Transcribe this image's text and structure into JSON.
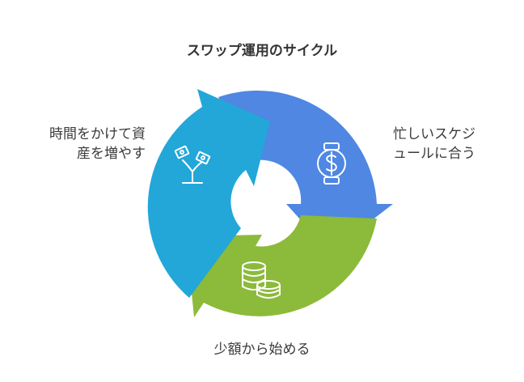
{
  "diagram": {
    "title": "スワップ運用のサイクル",
    "colors": {
      "blue": "#4f87e3",
      "green": "#8cba3a",
      "cyan": "#22a7d8",
      "icon": "#ffffff"
    },
    "segments": [
      {
        "id": "busy-schedule",
        "label_lines": [
          "忙しいスケジ",
          "ュールに合う"
        ],
        "icon": "stopwatch-dollar-icon",
        "color": "#4f87e3"
      },
      {
        "id": "start-small",
        "label_lines": [
          "少額から始める"
        ],
        "icon": "coin-stack-icon",
        "color": "#8cba3a"
      },
      {
        "id": "grow-over-time",
        "label_lines": [
          "時間をかけて資",
          "産を増やす"
        ],
        "icon": "money-plant-icon",
        "color": "#22a7d8"
      }
    ]
  }
}
